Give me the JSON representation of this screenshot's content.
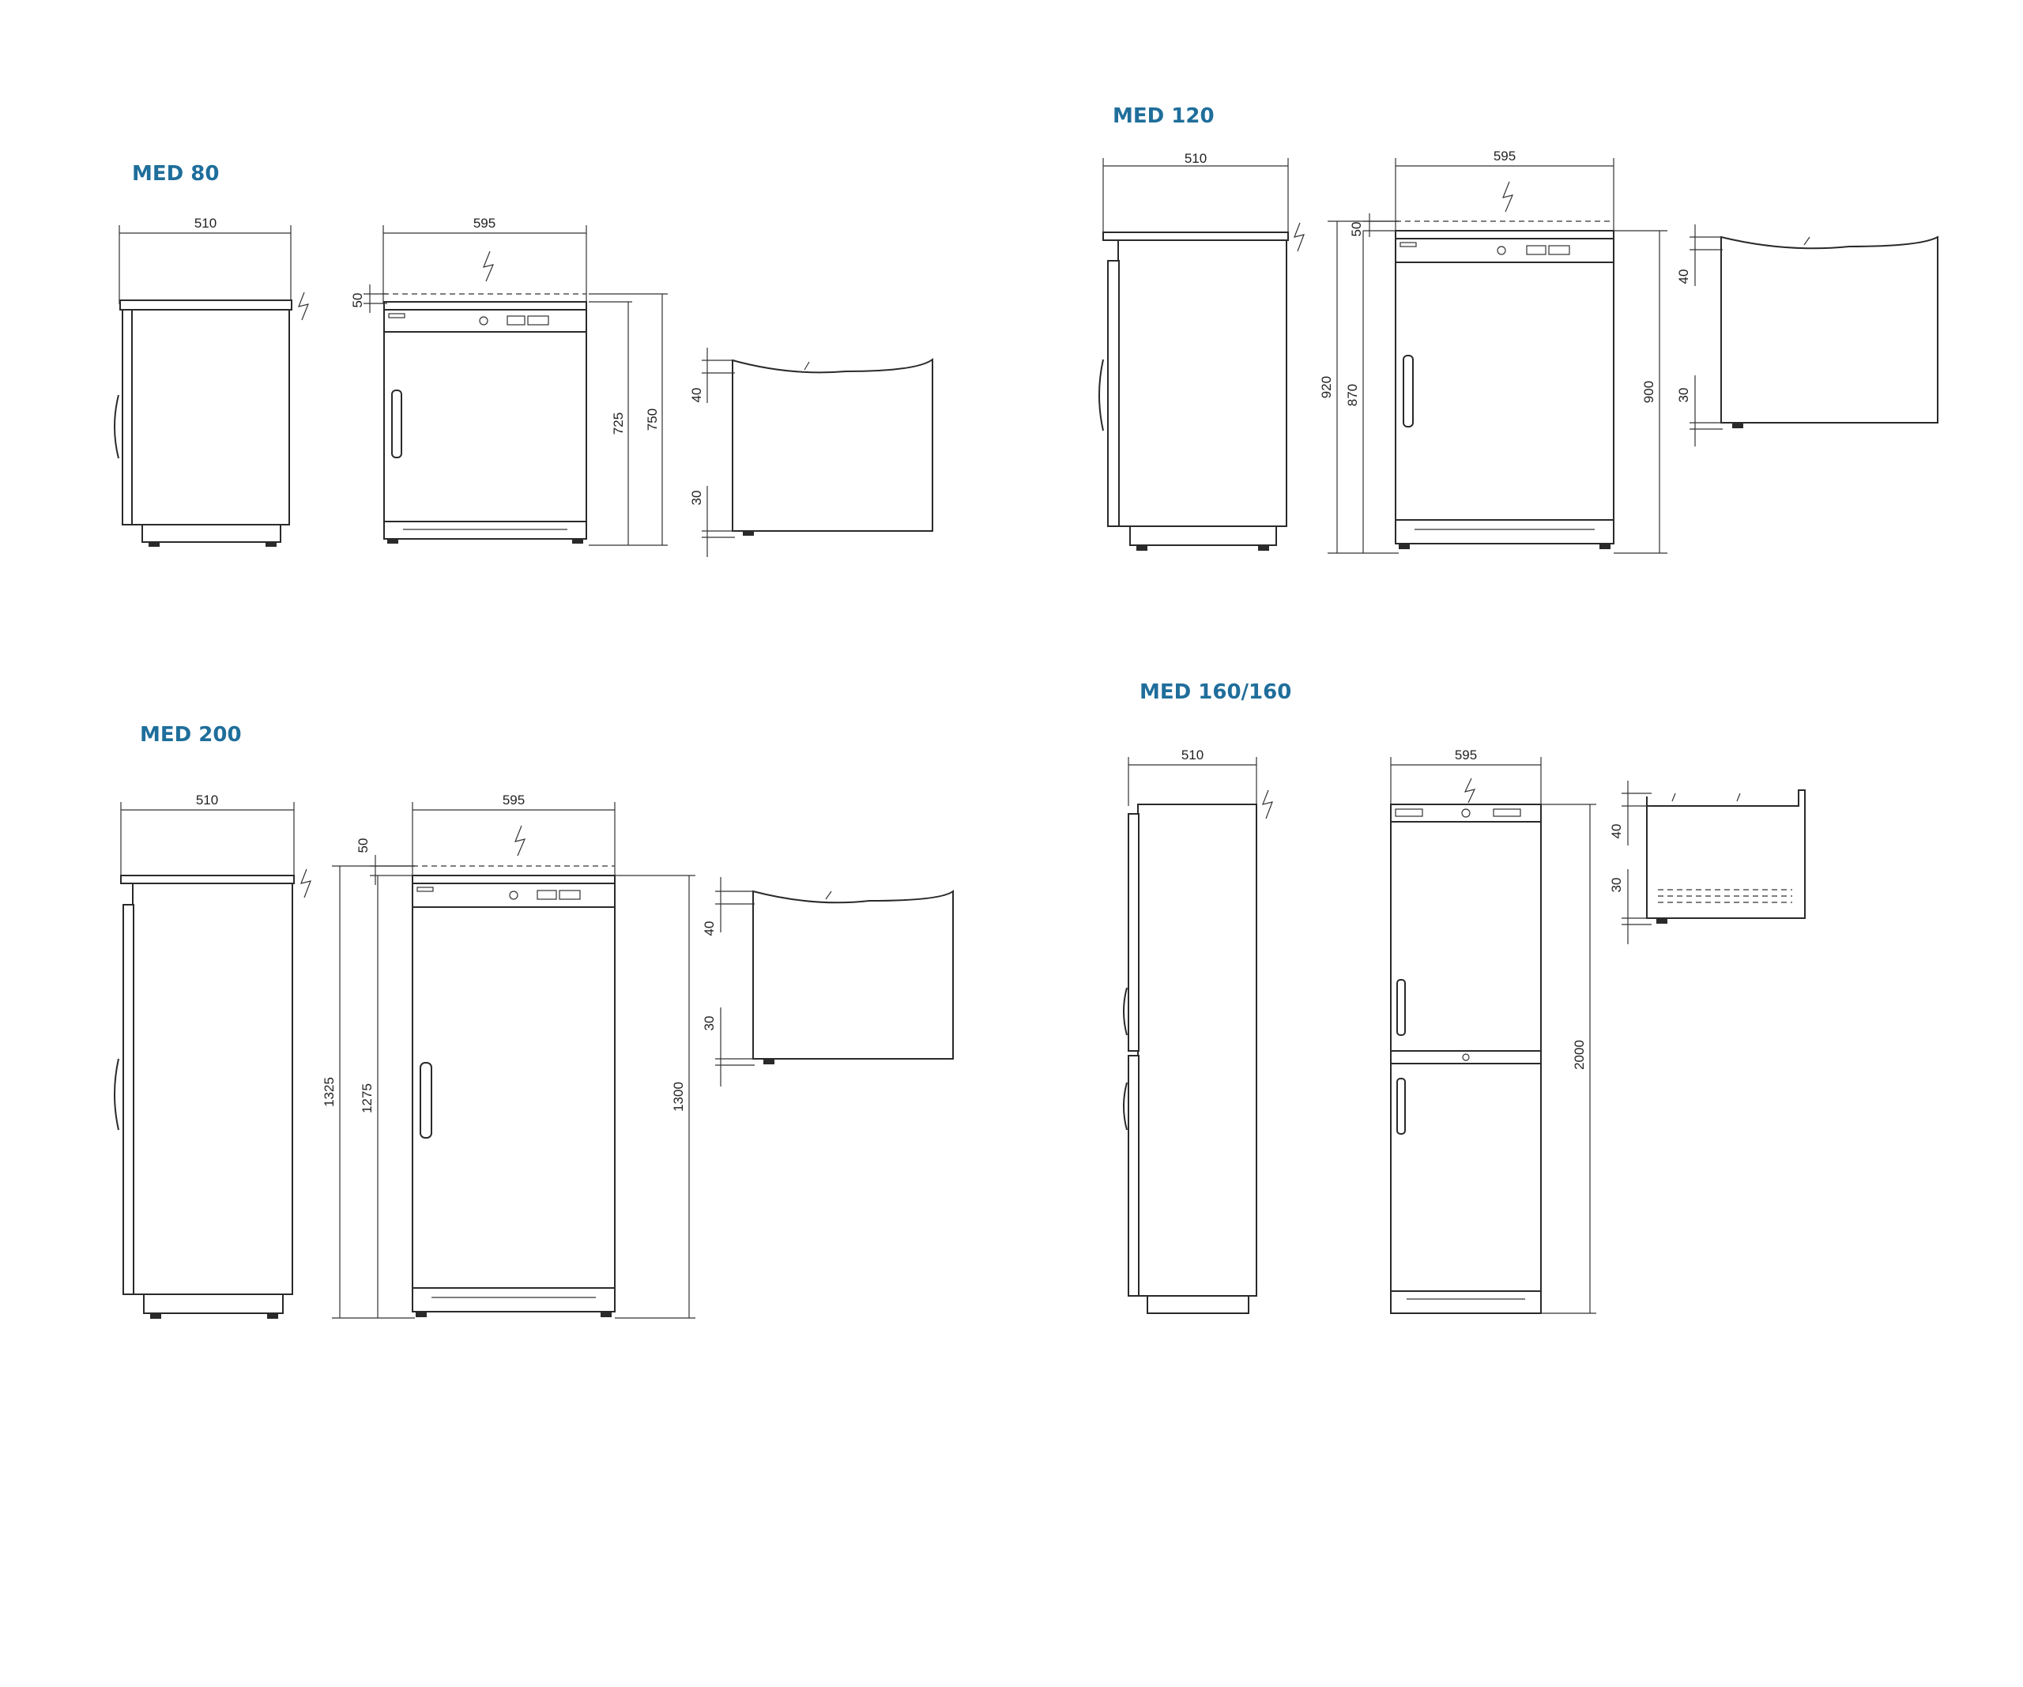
{
  "models": [
    {
      "id": "med80",
      "title": "MED 80",
      "dims": {
        "side_width": "510",
        "front_width": "595",
        "top_clear": "50",
        "h1": "725",
        "h2": "750",
        "draw_top": "40",
        "draw_bottom": "30"
      }
    },
    {
      "id": "med120",
      "title": "MED 120",
      "dims": {
        "side_width": "510",
        "front_width": "595",
        "top_clear": "50",
        "h1": "920",
        "h2": "870",
        "h3": "900",
        "draw_top": "40",
        "draw_bottom": "30"
      }
    },
    {
      "id": "med200",
      "title": "MED 200",
      "dims": {
        "side_width": "510",
        "front_width": "595",
        "top_clear": "50",
        "h1": "1325",
        "h2": "1275",
        "h3": "1300",
        "draw_top": "40",
        "draw_bottom": "30"
      }
    },
    {
      "id": "med160",
      "title": "MED 160/160",
      "dims": {
        "side_width": "510",
        "front_width": "595",
        "h1": "2000",
        "draw_top": "40",
        "draw_bottom": "30"
      }
    }
  ],
  "colors": {
    "title": "#1f6e9b",
    "line": "#2a2a2a"
  },
  "icons": {
    "power": "lightning-bolt-icon"
  }
}
